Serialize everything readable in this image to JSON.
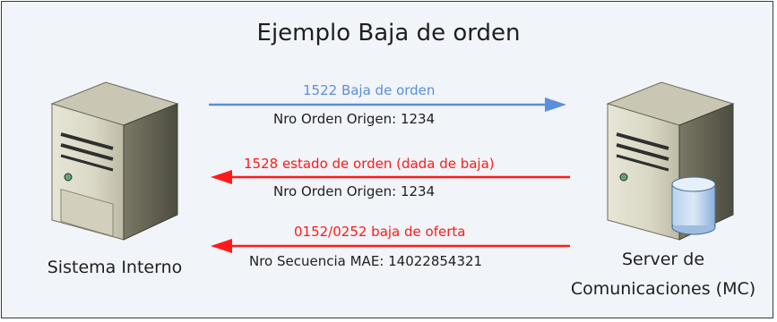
{
  "diagram": {
    "title": "Ejemplo Baja de orden",
    "left_node": {
      "label": "Sistema Interno",
      "icon": "server-icon"
    },
    "right_node": {
      "label_line1": "Server de",
      "label_line2": "Comunicaciones (MC)",
      "icon": "server-with-database-icon"
    },
    "messages": [
      {
        "label": "1522 Baja de orden",
        "detail": "Nro Orden Origen: 1234",
        "direction": "right",
        "color": "#5b8fd9"
      },
      {
        "label": "1528 estado de orden (dada de baja)",
        "detail": "Nro Orden Origen: 1234",
        "direction": "left",
        "color": "#ff1a1a"
      },
      {
        "label": "0152/0252 baja de oferta",
        "detail": "Nro Secuencia MAE: 14022854321",
        "direction": "left",
        "color": "#ff1a1a"
      }
    ]
  }
}
